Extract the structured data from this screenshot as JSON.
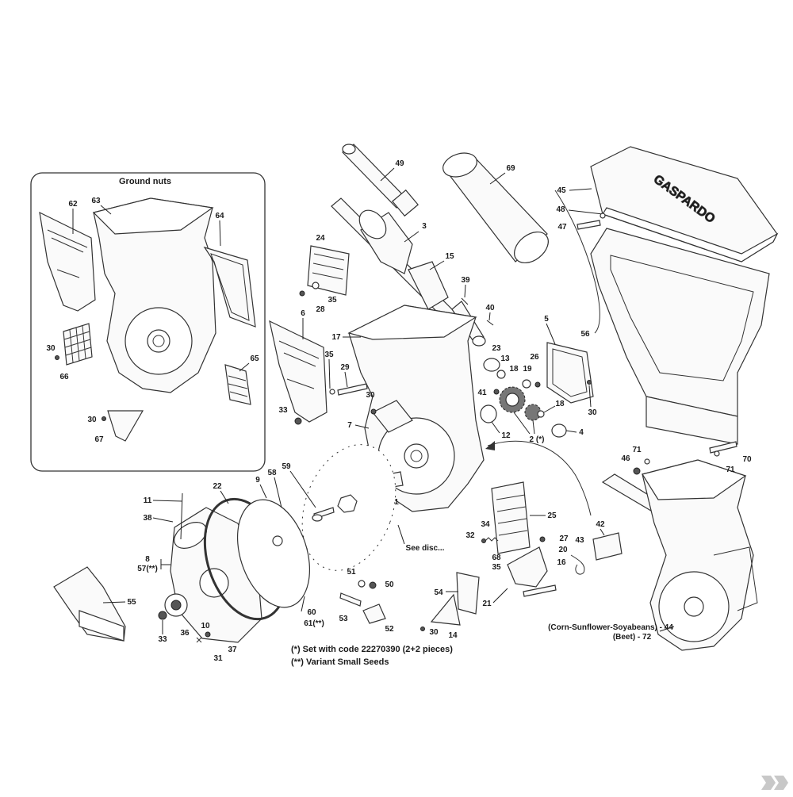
{
  "inset": {
    "title": "Ground nuts"
  },
  "notes": {
    "set": "(*) Set with code 22270390 (2+2 pieces)",
    "variant": "(**) Variant Small Seeds",
    "see_disc": "See disc...",
    "corn": "(Corn-Sunflower-Soyabeans) - 44",
    "beet": "(Beet) - 72"
  },
  "brand_text": "GASPARDO",
  "callouts": {
    "c1": "1",
    "c2": "2 (*)",
    "c3": "3",
    "c4": "4",
    "c5": "5",
    "c6": "6",
    "c7": "7",
    "c8": "8",
    "c9": "9",
    "c10": "10",
    "c11": "11",
    "c12": "12",
    "c13": "13",
    "c14": "14",
    "c15": "15",
    "c16": "16",
    "c17": "17",
    "c18a": "18",
    "c18b": "18",
    "c19": "19",
    "c20": "20",
    "c21": "21",
    "c22": "22",
    "c23": "23",
    "c24": "24",
    "c25": "25",
    "c26": "26",
    "c27": "27",
    "c28": "28",
    "c29": "29",
    "c30a": "30",
    "c30b": "30",
    "c30c": "30",
    "c30d": "30",
    "c30e": "30",
    "c31": "31",
    "c32": "32",
    "c33a": "33",
    "c33b": "33",
    "c34": "34",
    "c35a": "35",
    "c35b": "35",
    "c35c": "35",
    "c36": "36",
    "c37": "37",
    "c38": "38",
    "c39": "39",
    "c40": "40",
    "c41": "41",
    "c42": "42",
    "c43": "43",
    "c45": "45",
    "c46": "46",
    "c47": "47",
    "c48": "48",
    "c49": "49",
    "c50": "50",
    "c51": "51",
    "c52": "52",
    "c53": "53",
    "c54": "54",
    "c55": "55",
    "c56": "56",
    "c57": "57(**)",
    "c58": "58",
    "c59": "59",
    "c60": "60",
    "c61": "61(**)",
    "c62": "62",
    "c63": "63",
    "c64": "64",
    "c65": "65",
    "c66": "66",
    "c67": "67",
    "c68": "68",
    "c69": "69",
    "c70": "70",
    "c71a": "71",
    "c71b": "71"
  }
}
